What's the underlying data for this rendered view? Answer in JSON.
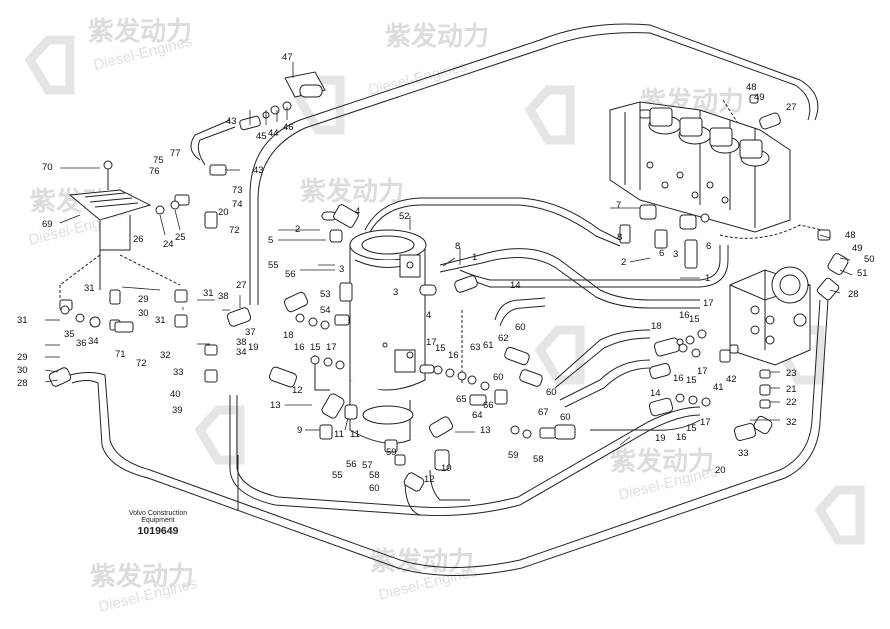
{
  "caption": {
    "line1": "Volvo Construction",
    "line2": "Equipment",
    "part_number": "1019649"
  },
  "watermark": {
    "brand_cn": "紫发动力",
    "brand_en": "Diesel-Engines"
  },
  "callouts": [
    {
      "id": "c47",
      "text": "47"
    },
    {
      "id": "c43a",
      "text": "43"
    },
    {
      "id": "c45",
      "text": "45"
    },
    {
      "id": "c44",
      "text": "44"
    },
    {
      "id": "c46",
      "text": "46"
    },
    {
      "id": "c43b",
      "text": "43"
    },
    {
      "id": "c70",
      "text": "70"
    },
    {
      "id": "c75",
      "text": "75"
    },
    {
      "id": "c77",
      "text": "77"
    },
    {
      "id": "c76",
      "text": "76"
    },
    {
      "id": "c73",
      "text": "73"
    },
    {
      "id": "c74",
      "text": "74"
    },
    {
      "id": "c20a",
      "text": "20"
    },
    {
      "id": "c72a",
      "text": "72"
    },
    {
      "id": "c69",
      "text": "69"
    },
    {
      "id": "c26",
      "text": "26"
    },
    {
      "id": "c24",
      "text": "24"
    },
    {
      "id": "c25",
      "text": "25"
    },
    {
      "id": "c4a",
      "text": "4"
    },
    {
      "id": "c2a",
      "text": "2"
    },
    {
      "id": "c5",
      "text": "5"
    },
    {
      "id": "c52",
      "text": "52"
    },
    {
      "id": "c8",
      "text": "8"
    },
    {
      "id": "c1a",
      "text": "1"
    },
    {
      "id": "c3a",
      "text": "3"
    },
    {
      "id": "c55",
      "text": "55"
    },
    {
      "id": "c56",
      "text": "56"
    },
    {
      "id": "c27a",
      "text": "27"
    },
    {
      "id": "c31a",
      "text": "31"
    },
    {
      "id": "c29a",
      "text": "29"
    },
    {
      "id": "c30a",
      "text": "30"
    },
    {
      "id": "c31b",
      "text": "31"
    },
    {
      "id": "c38",
      "text": "38"
    },
    {
      "id": "c31c",
      "text": "31"
    },
    {
      "id": "c37",
      "text": "37"
    },
    {
      "id": "c32a",
      "text": "32"
    },
    {
      "id": "c38b",
      "text": "38"
    },
    {
      "id": "c34",
      "text": "34"
    },
    {
      "id": "c33a",
      "text": "33"
    },
    {
      "id": "c35",
      "text": "35"
    },
    {
      "id": "c36",
      "text": "36"
    },
    {
      "id": "c34b",
      "text": "34"
    },
    {
      "id": "c71",
      "text": "71"
    },
    {
      "id": "c72b",
      "text": "72"
    },
    {
      "id": "c31d",
      "text": "31"
    },
    {
      "id": "c29b",
      "text": "29"
    },
    {
      "id": "c30b",
      "text": "30"
    },
    {
      "id": "c28a",
      "text": "28"
    },
    {
      "id": "c40",
      "text": "40"
    },
    {
      "id": "c39",
      "text": "39"
    },
    {
      "id": "c53",
      "text": "53"
    },
    {
      "id": "c54",
      "text": "54"
    },
    {
      "id": "c3b",
      "text": "3"
    },
    {
      "id": "c4b",
      "text": "4"
    },
    {
      "id": "c14a",
      "text": "14"
    },
    {
      "id": "c60a",
      "text": "60"
    },
    {
      "id": "c18a",
      "text": "18"
    },
    {
      "id": "c16a",
      "text": "16"
    },
    {
      "id": "c15a",
      "text": "15"
    },
    {
      "id": "c17a",
      "text": "17"
    },
    {
      "id": "c19a",
      "text": "19"
    },
    {
      "id": "c12a",
      "text": "12"
    },
    {
      "id": "c17b",
      "text": "17"
    },
    {
      "id": "c15b",
      "text": "15"
    },
    {
      "id": "c16b",
      "text": "16"
    },
    {
      "id": "c63",
      "text": "63"
    },
    {
      "id": "c61",
      "text": "61"
    },
    {
      "id": "c62",
      "text": "62"
    },
    {
      "id": "c60b",
      "text": "60"
    },
    {
      "id": "c65",
      "text": "65"
    },
    {
      "id": "c64",
      "text": "64"
    },
    {
      "id": "c66",
      "text": "66"
    },
    {
      "id": "c67",
      "text": "67"
    },
    {
      "id": "c60c",
      "text": "60"
    },
    {
      "id": "c13a",
      "text": "13"
    },
    {
      "id": "c11a",
      "text": "11"
    },
    {
      "id": "c9",
      "text": "9"
    },
    {
      "id": "c11b",
      "text": "11"
    },
    {
      "id": "c13b",
      "text": "13"
    },
    {
      "id": "c59a",
      "text": "59"
    },
    {
      "id": "c57",
      "text": "57"
    },
    {
      "id": "c56b",
      "text": "56"
    },
    {
      "id": "c55b",
      "text": "55"
    },
    {
      "id": "c58a",
      "text": "58"
    },
    {
      "id": "c60d",
      "text": "60"
    },
    {
      "id": "c12b",
      "text": "12"
    },
    {
      "id": "c10",
      "text": "10"
    },
    {
      "id": "c59b",
      "text": "59"
    },
    {
      "id": "c58b",
      "text": "58"
    },
    {
      "id": "c60e",
      "text": "60"
    },
    {
      "id": "c48a",
      "text": "48"
    },
    {
      "id": "c49a",
      "text": "49"
    },
    {
      "id": "c27b",
      "text": "27"
    },
    {
      "id": "c7",
      "text": "7"
    },
    {
      "id": "c8b",
      "text": "8"
    },
    {
      "id": "c6a",
      "text": "6"
    },
    {
      "id": "c3c",
      "text": "3"
    },
    {
      "id": "c6b",
      "text": "6"
    },
    {
      "id": "c2b",
      "text": "2"
    },
    {
      "id": "c1b",
      "text": "1"
    },
    {
      "id": "c48b",
      "text": "48"
    },
    {
      "id": "c49b",
      "text": "49"
    },
    {
      "id": "c50",
      "text": "50"
    },
    {
      "id": "c51",
      "text": "51"
    },
    {
      "id": "c28b",
      "text": "28"
    },
    {
      "id": "c18b",
      "text": "18"
    },
    {
      "id": "c16c",
      "text": "16"
    },
    {
      "id": "c17c",
      "text": "17"
    },
    {
      "id": "c15c",
      "text": "15"
    },
    {
      "id": "c16d",
      "text": "16"
    },
    {
      "id": "c17d",
      "text": "17"
    },
    {
      "id": "c41",
      "text": "41"
    },
    {
      "id": "c42",
      "text": "42"
    },
    {
      "id": "c15d",
      "text": "15"
    },
    {
      "id": "c14b",
      "text": "14"
    },
    {
      "id": "c23",
      "text": "23"
    },
    {
      "id": "c21",
      "text": "21"
    },
    {
      "id": "c22",
      "text": "22"
    },
    {
      "id": "c32b",
      "text": "32"
    },
    {
      "id": "c33b",
      "text": "33"
    },
    {
      "id": "c20b",
      "text": "20"
    },
    {
      "id": "c19b",
      "text": "19"
    },
    {
      "id": "c16e",
      "text": "16"
    },
    {
      "id": "c17e",
      "text": "17"
    },
    {
      "id": "c15e",
      "text": "15"
    }
  ]
}
